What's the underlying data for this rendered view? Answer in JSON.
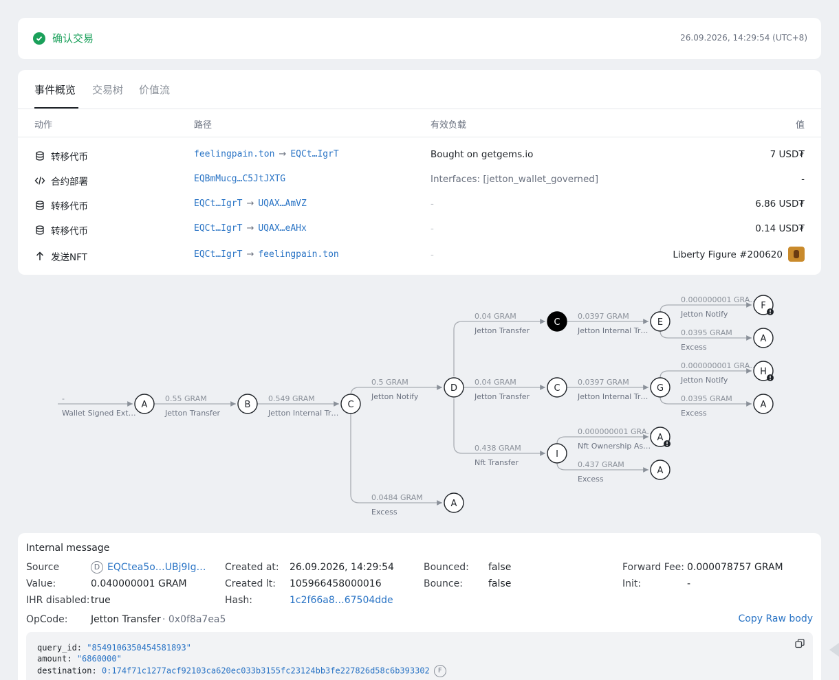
{
  "status": {
    "label": "确认交易",
    "timestamp": "26.09.2026, 14:29:54 (UTC+8)"
  },
  "tabs": [
    {
      "label": "事件概览"
    },
    {
      "label": "交易树"
    },
    {
      "label": "价值流"
    }
  ],
  "table": {
    "headers": {
      "action": "动作",
      "path": "路径",
      "payload": "有效负载",
      "value": "值"
    },
    "rows": [
      {
        "icon": "coins-icon",
        "action": "转移代币",
        "from": "feelingpain.ton",
        "to": "EQCt…IgrT",
        "payload": "Bought on getgems.io",
        "value": "7 USD₮"
      },
      {
        "icon": "code-icon",
        "action": "合约部署",
        "from": "EQBmMucg…C5JtJXTG",
        "to": "",
        "payload": "Interfaces: [jetton_wallet_governed]",
        "value": "-"
      },
      {
        "icon": "coins-icon",
        "action": "转移代币",
        "from": "EQCt…IgrT",
        "to": "UQAX…AmVZ",
        "payload": "-",
        "value": "6.86 USD₮"
      },
      {
        "icon": "coins-icon",
        "action": "转移代币",
        "from": "EQCt…IgrT",
        "to": "UQAX…eAHx",
        "payload": "-",
        "value": "0.14 USD₮"
      },
      {
        "icon": "arrow-up-icon",
        "action": "发送NFT",
        "from": "EQCt…IgrT",
        "to": "feelingpain.ton",
        "payload": "-",
        "value": "Liberty Figure #200620"
      }
    ]
  },
  "graph": {
    "nodes": {
      "n0": "A",
      "n1": "B",
      "n2": "C",
      "n3": "D",
      "n4": "A",
      "n5": "C",
      "n6": "C",
      "n7": "I",
      "n8": "E",
      "n9": "G",
      "n10": "A",
      "n11": "A",
      "n12": "F",
      "n13": "A",
      "n14": "H",
      "n15": "A"
    },
    "edges": {
      "e0": {
        "amount": "-",
        "label": "Wallet Signed Ext…"
      },
      "e1": {
        "amount": "0.55 GRAM",
        "label": "Jetton Transfer"
      },
      "e2": {
        "amount": "0.549 GRAM",
        "label": "Jetton Internal Tr…"
      },
      "e3": {
        "amount": "0.5 GRAM",
        "label": "Jetton Notify"
      },
      "e4": {
        "amount": "0.0484 GRAM",
        "label": "Excess"
      },
      "e5": {
        "amount": "0.04 GRAM",
        "label": "Jetton Transfer"
      },
      "e6": {
        "amount": "0.04 GRAM",
        "label": "Jetton Transfer"
      },
      "e7": {
        "amount": "0.438 GRAM",
        "label": "Nft Transfer"
      },
      "e8": {
        "amount": "0.0397 GRAM",
        "label": "Jetton Internal Tr…"
      },
      "e9": {
        "amount": "0.0397 GRAM",
        "label": "Jetton Internal Tr…"
      },
      "e10": {
        "amount": "0.000000001 GRA…",
        "label": "Nft Ownership As…"
      },
      "e11": {
        "amount": "0.437 GRAM",
        "label": "Excess"
      },
      "e12": {
        "amount": "0.000000001 GRA…",
        "label": "Jetton Notify"
      },
      "e13": {
        "amount": "0.0395 GRAM",
        "label": "Excess"
      },
      "e14": {
        "amount": "0.000000001 GRA…",
        "label": "Jetton Notify"
      },
      "e15": {
        "amount": "0.0395 GRAM",
        "label": "Excess"
      }
    }
  },
  "message": {
    "title": "Internal message",
    "source_label": "Source",
    "source_badge": "D",
    "source_value": "EQCtea5o…UBj9Ig…",
    "value_label": "Value:",
    "value": "0.040000001 GRAM",
    "ihr_label": "IHR disabled:",
    "ihr": "true",
    "opcode_label": "OpCode:",
    "opcode_name": "Jetton Transfer",
    "opcode_hex": "· 0x0f8a7ea5",
    "created_at_label": "Created at:",
    "created_at": "26.09.2026, 14:29:54",
    "created_lt_label": "Created lt:",
    "created_lt": "105966458000016",
    "hash_label": "Hash:",
    "hash": "1c2f66a8…67504dde",
    "bounced_label": "Bounced:",
    "bounced": "false",
    "bounce_label": "Bounce:",
    "bounce": "false",
    "forward_fee_label": "Forward Fee:",
    "forward_fee": "0.000078757 GRAM",
    "init_label": "Init:",
    "init": "-",
    "copy_raw_label": "Copy Raw body",
    "body": {
      "query_id_key": "query_id:",
      "query_id": "\"8549106350454581893\"",
      "amount_key": "amount:",
      "amount": "\"6860000\"",
      "destination_key": "destination:",
      "destination": "0:174f71c1277acf92103ca620ec033b3155fc23124bb3fe227826d58c6b393302",
      "destination_badge": "F"
    }
  },
  "colors": {
    "accent": "#2a74c5",
    "success": "#1aa05a",
    "text": "#1f2328",
    "muted": "#6b7280"
  }
}
